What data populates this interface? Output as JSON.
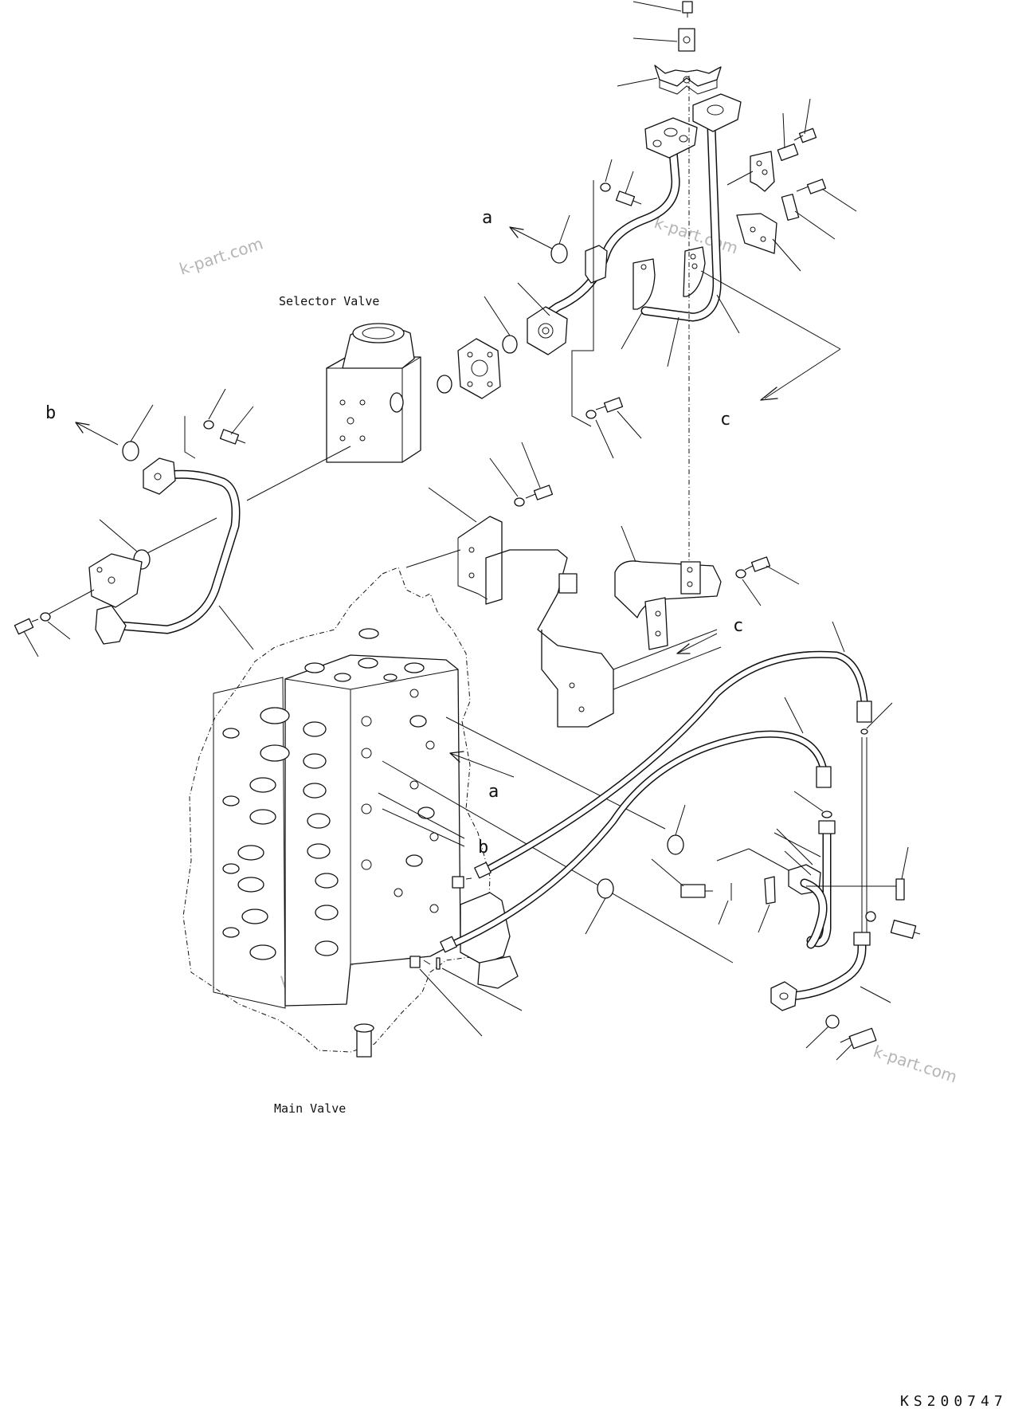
{
  "labels": {
    "selector_valve": "Selector Valve",
    "main_valve": "Main Valve",
    "ref_a": "a",
    "ref_b": "b",
    "ref_c": "c",
    "drawing_number": "KS200747"
  },
  "watermark": {
    "text": "k-part.com",
    "color": "#b5b5b5"
  }
}
